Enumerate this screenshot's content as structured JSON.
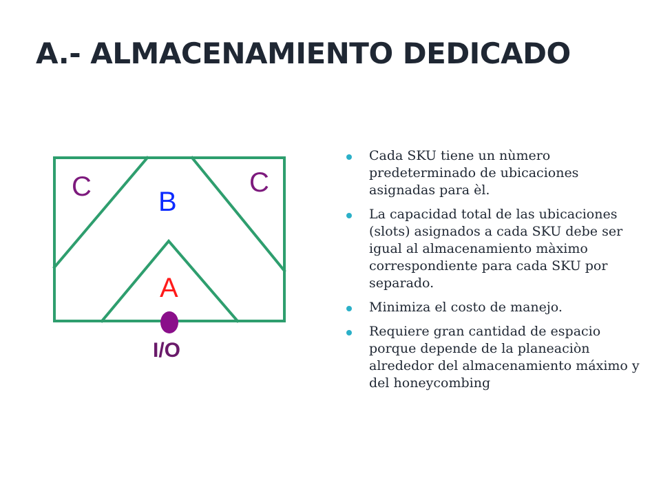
{
  "title": "A.- ALMACENAMIENTO DEDICADO",
  "diagram": {
    "zone_c_left": "C",
    "zone_c_right": "C",
    "zone_b": "B",
    "zone_a": "A",
    "io": "I/O",
    "colors": {
      "lines": "#2e9e6e",
      "zone_c": "#7d1a7d",
      "zone_b": "#0c2bff",
      "zone_a": "#ff1a1a",
      "io_dot": "#8a0f8a",
      "io_label": "#6a1a6a"
    }
  },
  "bullets": [
    "Cada  SKU tiene un nùmero predeterminado de ubicaciones asignadas para èl.",
    "La capacidad total de las ubicaciones (slots) asignados a cada SKU debe ser igual al almacenamiento màximo correspondiente para cada SKU por separado.",
    "Minimiza el costo de manejo.",
    "Requiere gran cantidad de espacio porque depende de la planeaciòn alrededor del almacenamiento máximo y del honeycombing"
  ],
  "bullet_color": "#2bb0c8"
}
